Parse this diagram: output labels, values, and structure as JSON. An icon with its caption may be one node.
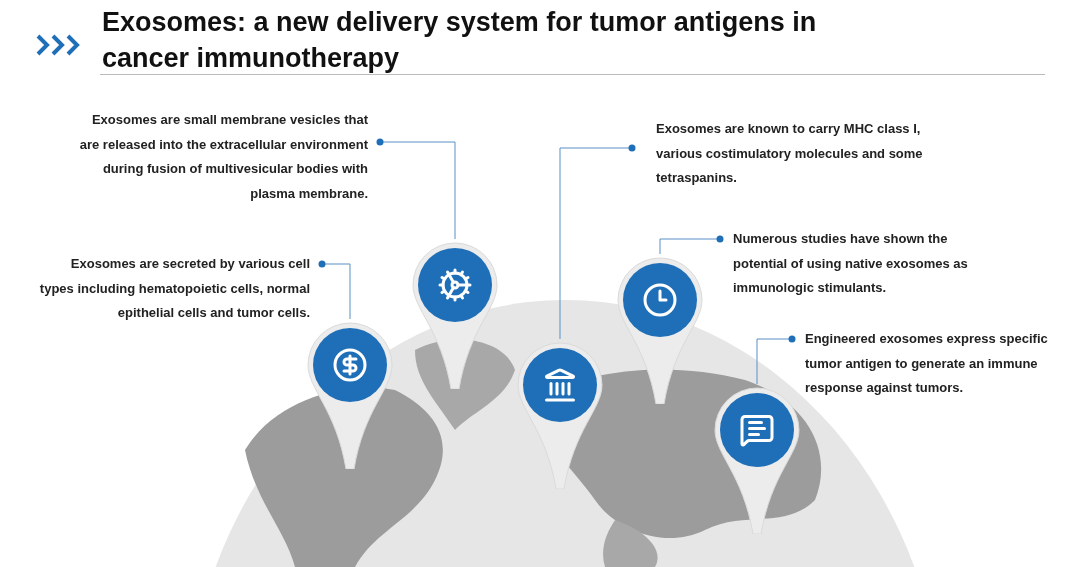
{
  "diagram": {
    "title": "Exosomes: a new delivery system for tumor antigens in cancer immunotherapy",
    "nodes": [
      {
        "text": [
          "Exosomes are small membrane vesicles that are released into the extracellular environment during fusion of multivesicular bodies with plasma membrane."
        ]
      },
      {
        "text": [
          "Exosomes are known to carry MHC class I, various costimulatory molecules and some tetraspanins."
        ]
      },
      {
        "text": [
          "Numerous studies have shown the potential of using native exosomes as immunologic stimulants."
        ]
      },
      {
        "text": [
          "Exosomes are secreted by various cell types including hematopoietic cells, normal epithelial cells and tumor cells."
        ]
      },
      {
        "text": [
          "Engineered exosomes express specific tumor antigen to generate an immune response against tumors."
        ]
      },
      {
        "text": [],
        "shape": "picture"
      },
      {
        "text": [],
        "shape": "picture"
      },
      {
        "text": [],
        "shape": "picture"
      },
      {
        "text": [],
        "shape": "picture"
      },
      {
        "text": [],
        "shape": "picture"
      }
    ],
    "edges": [
      {
        "from": 0,
        "to": 6,
        "arrow": "other"
      },
      {
        "from": 3,
        "to": 5,
        "arrow": "other"
      },
      {
        "from": 1,
        "to": 7,
        "arrow": "other"
      },
      {
        "from": 2,
        "to": 8,
        "arrow": "other"
      },
      {
        "from": 4,
        "to": 9,
        "arrow": "other"
      }
    ]
  }
}
